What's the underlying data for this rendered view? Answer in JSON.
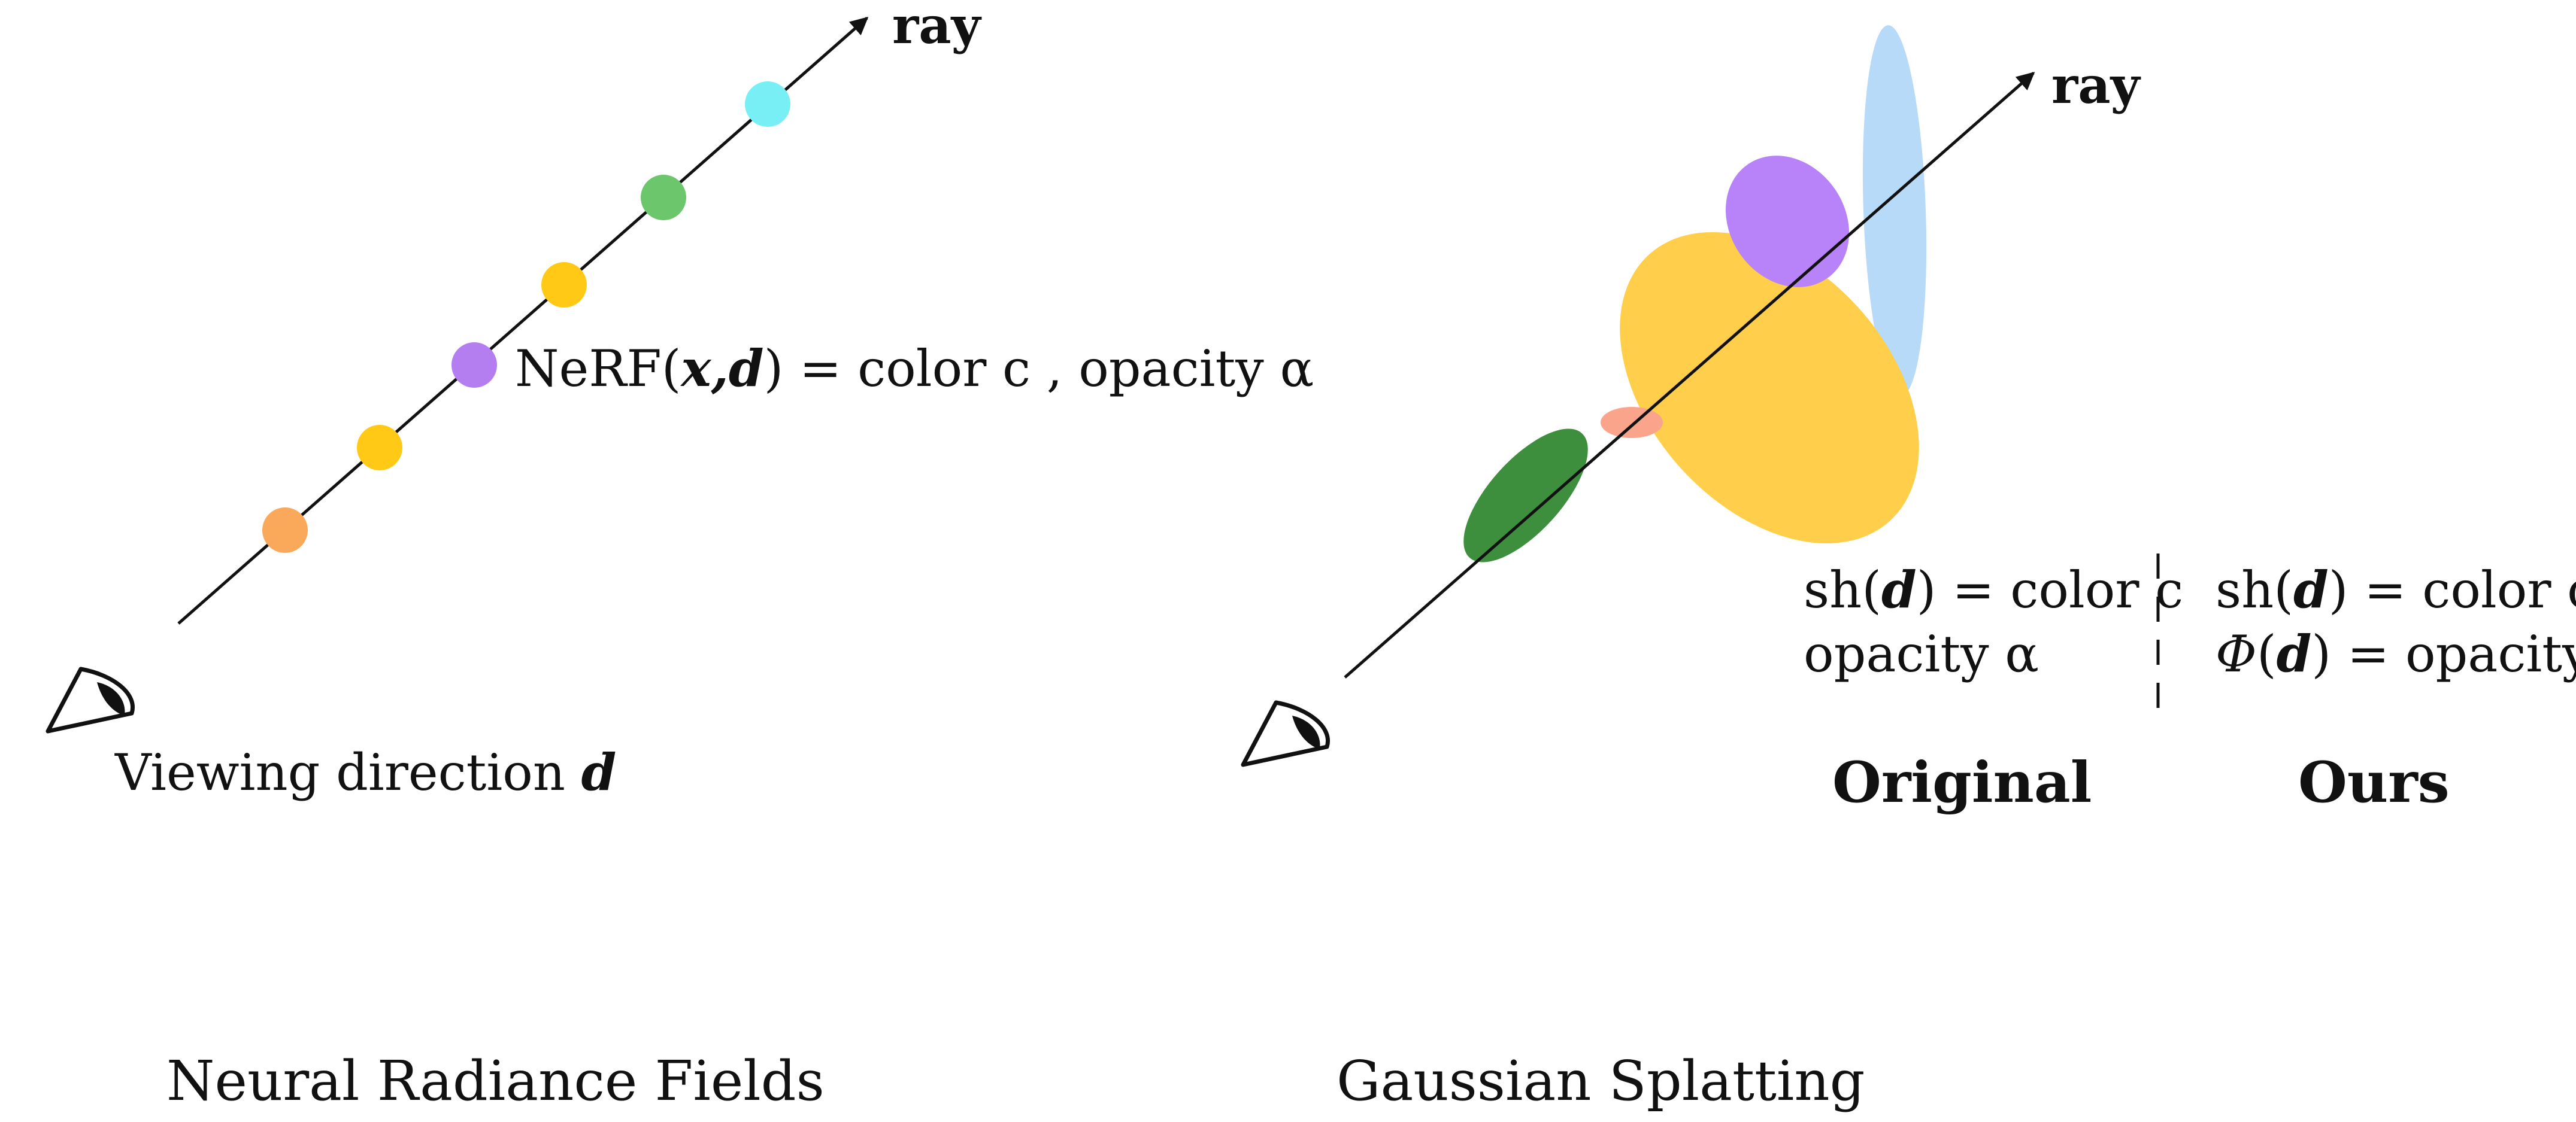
{
  "nerf_panel": {
    "ray_label": "ray",
    "viewing_direction_text": "Viewing direction ",
    "direction_symbol": "d",
    "equation": {
      "prefix": "NeRF(",
      "x": "x,",
      "d": "d",
      "suffix": ") =  color c , opacity α"
    },
    "caption": "Neural Radiance Fields",
    "sample_colors": [
      "#FAA85A",
      "#FFC916",
      "#B57EF0",
      "#FFC916",
      "#6CC66C",
      "#78EEF5"
    ]
  },
  "gs_panel": {
    "ray_label": "ray",
    "caption": "Gaussian Splatting",
    "gaussian_colors": {
      "green": "#3D8F3D",
      "salmon": "#FAA48C",
      "yellow": "#FFCE4A",
      "purple": "#B882F8",
      "blue": "#B6DAF8"
    },
    "original": {
      "heading": "Original",
      "line1_prefix": "sh(",
      "line1_d": "d",
      "line1_suffix": ") = color c",
      "line2": "opacity α"
    },
    "ours": {
      "heading": "Ours",
      "line1_prefix": "sh(",
      "line1_d": "d",
      "line1_suffix": ") = color c",
      "line2_phi": "Φ",
      "line2_open": "(",
      "line2_d": "d",
      "line2_suffix": ") = opacity α"
    }
  }
}
